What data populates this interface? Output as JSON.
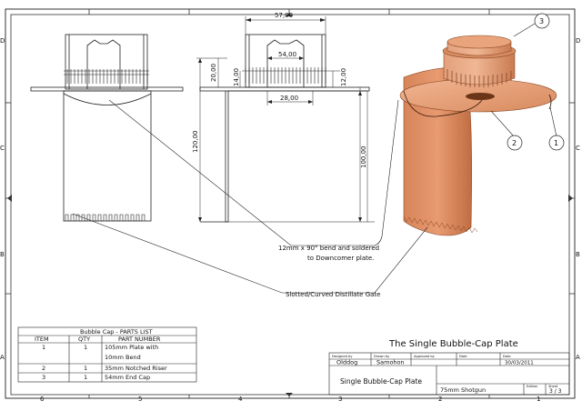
{
  "border": {
    "columns": [
      "6",
      "5",
      "4",
      "3",
      "2",
      "1"
    ],
    "rows": [
      "D",
      "C",
      "B",
      "A"
    ]
  },
  "dimensions": {
    "d57": "57,00",
    "d54": "54,00",
    "d28": "28,00",
    "d14": "14,00",
    "d12": "12,00",
    "d20": "20,00",
    "d120": "120,00",
    "d100": "100,00"
  },
  "annotations": {
    "bend": [
      "12mm x 90° bend and soldered",
      "to Downcomer plate."
    ],
    "gate": "Slotted/Curved Distillate Gate"
  },
  "balloons": [
    "1",
    "2",
    "3"
  ],
  "parts_list": {
    "title": "Bubble Cap - PARTS LIST",
    "headers": [
      "ITEM",
      "QTY",
      "PART NUMBER"
    ],
    "rows": [
      {
        "item": "1",
        "qty": "1",
        "part": [
          "105mm Plate with",
          "10mm Bend"
        ]
      },
      {
        "item": "2",
        "qty": "1",
        "part": [
          "35mm Notched Riser"
        ]
      },
      {
        "item": "3",
        "qty": "1",
        "part": [
          "54mm End Cap"
        ]
      }
    ]
  },
  "title_block": {
    "main_title": "The Single Bubble-Cap Plate",
    "designed_by_label": "Designed by",
    "designed_by": "Olddog",
    "drawn_by_label": "Drawn by",
    "drawn_by": "Samohon",
    "approved_by_label": "Approved by",
    "date_label_1": "Date",
    "date_label_2": "Date",
    "date": "30/03/2011",
    "part_title": "Single Bubble-Cap Plate",
    "subtitle": "75mm Shotgun",
    "edition_label": "Edition",
    "sheet_label": "Sheet",
    "sheet": "3 / 3"
  },
  "colors": {
    "copper_light": "#e9a079",
    "copper_mid": "#d98a5f",
    "copper_dark": "#b8663d",
    "line": "#222222"
  }
}
